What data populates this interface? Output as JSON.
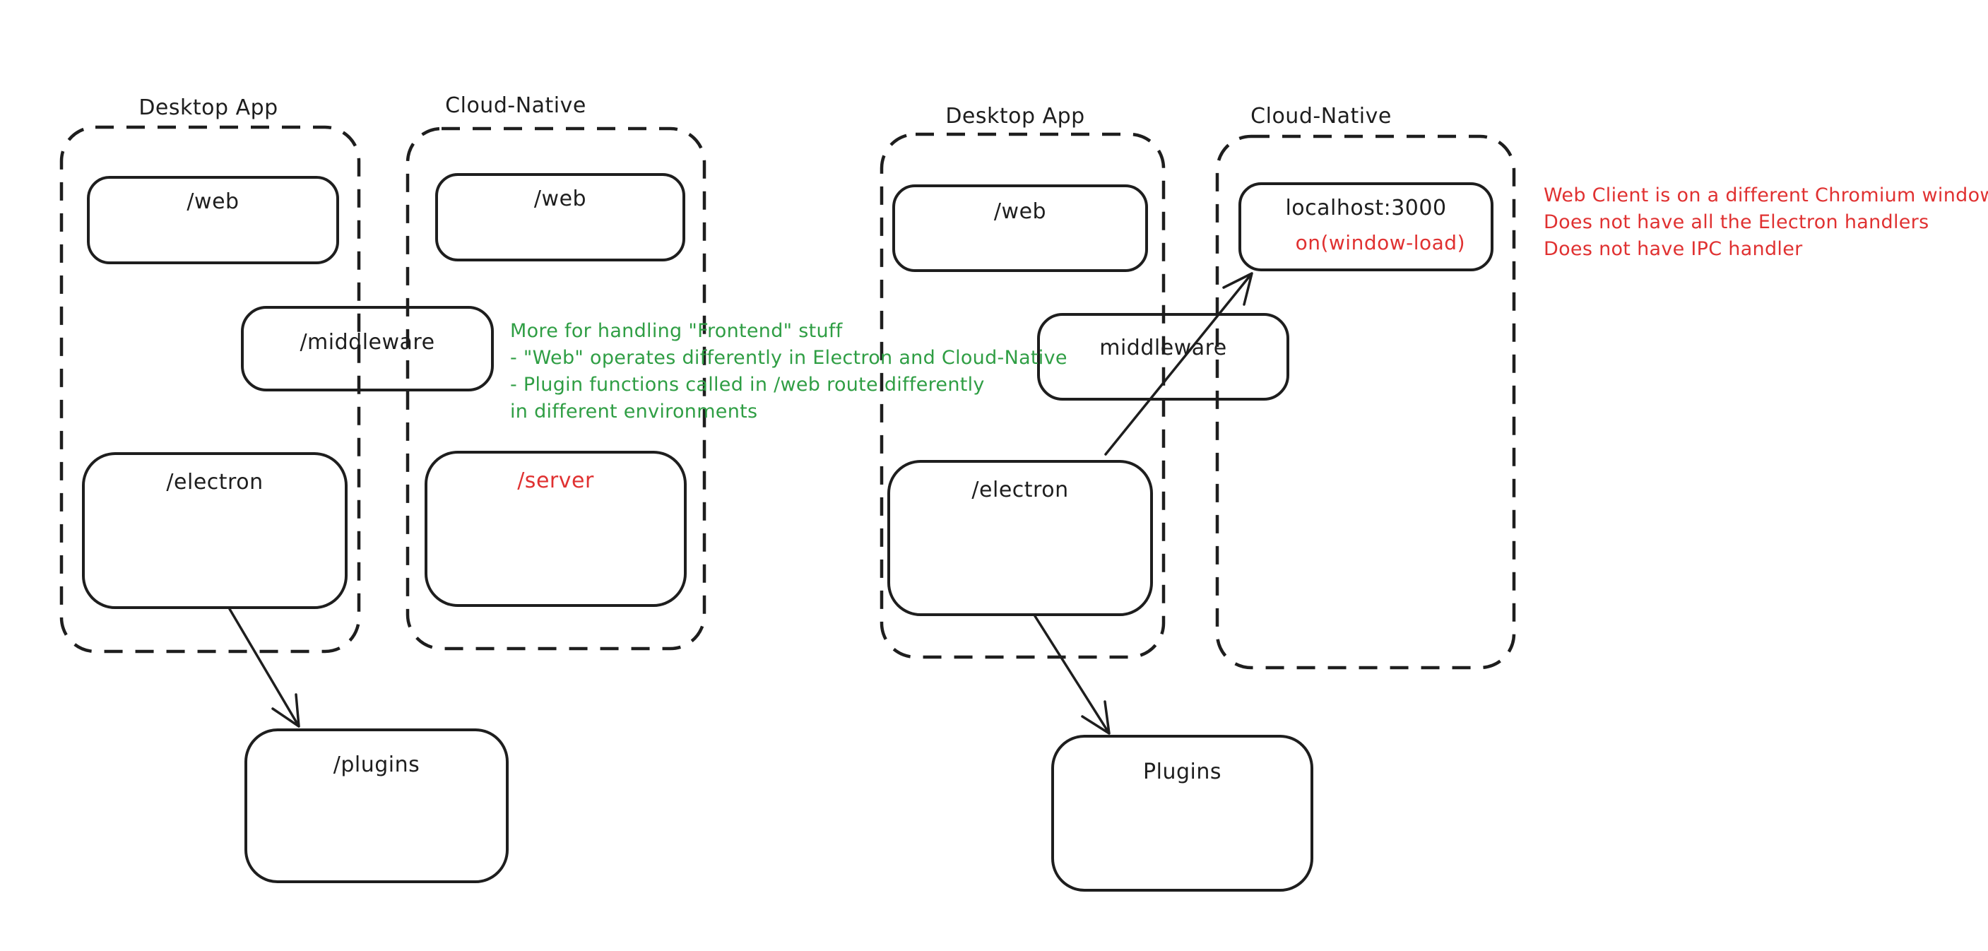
{
  "canvas": {
    "background": "#ffffff"
  },
  "colors": {
    "ink": "#1e1e1e",
    "green": "#2f9e44",
    "red": "#e03131"
  },
  "left_diagram": {
    "desktop_label": "Desktop App",
    "cloud_label": "Cloud-Native",
    "web_desktop": "/web",
    "web_cloud": "/web",
    "middleware": "/middleware",
    "electron": "/electron",
    "server": "/server",
    "plugins": "/plugins"
  },
  "right_diagram": {
    "desktop_label": "Desktop App",
    "cloud_label": "Cloud-Native",
    "web": "/web",
    "localhost": "localhost:3000",
    "window_load": "on(window-load)",
    "middleware": "middleware",
    "electron": "/electron",
    "plugins": "Plugins"
  },
  "annotations": {
    "green_note_lines": [
      "More for handling \"Frontend\" stuff",
      "- \"Web\" operates differently in Electron and Cloud-Native",
      "- Plugin functions called in /web route differently",
      "in different environments"
    ],
    "red_note_lines": [
      "Web Client is on a different Chromium window",
      "Does not have all the Electron handlers",
      "Does not have IPC handler"
    ]
  }
}
